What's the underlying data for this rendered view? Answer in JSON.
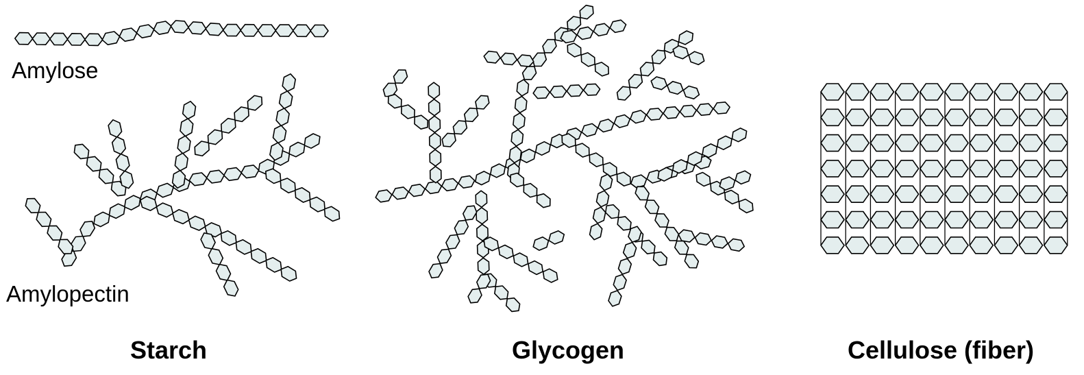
{
  "labels": {
    "amylose": "Amylose",
    "amylopectin": "Amylopectin"
  },
  "titles": {
    "starch": "Starch",
    "glycogen": "Glycogen",
    "cellulose": "Cellulose (fiber)"
  },
  "colors": {
    "hex_fill": "#e4eeee",
    "hex_stroke": "#000000"
  }
}
